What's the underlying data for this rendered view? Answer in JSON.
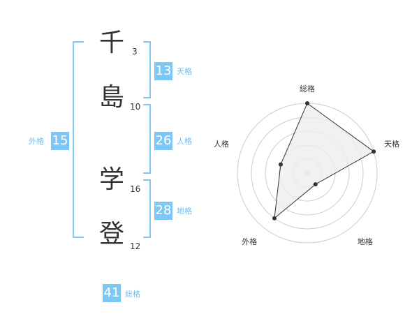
{
  "name": [
    {
      "char": "千",
      "strokes": "3"
    },
    {
      "char": "島",
      "strokes": "10"
    },
    {
      "char": "学",
      "strokes": "16"
    },
    {
      "char": "登",
      "strokes": "12"
    }
  ],
  "fortunes": {
    "tenkaku": {
      "value": "13",
      "label": "天格"
    },
    "jinkaku": {
      "value": "26",
      "label": "人格"
    },
    "chikaku": {
      "value": "28",
      "label": "地格"
    },
    "gaikaku": {
      "value": "15",
      "label": "外格"
    },
    "soukaku": {
      "value": "41",
      "label": "総格"
    }
  },
  "colors": {
    "bracket": "#7cc7f6",
    "badge": "#7cc7f6",
    "label": "#72bdea",
    "radar_fill": "#eeeeee",
    "radar_stroke": "#333333",
    "grid": "#cccccc"
  },
  "chart_data": {
    "type": "radar",
    "axes": [
      "総格",
      "天格",
      "地格",
      "外格",
      "人格"
    ],
    "values": [
      1.0,
      1.0,
      0.2,
      0.8,
      0.4
    ],
    "max": 1.0,
    "rings": 5
  }
}
